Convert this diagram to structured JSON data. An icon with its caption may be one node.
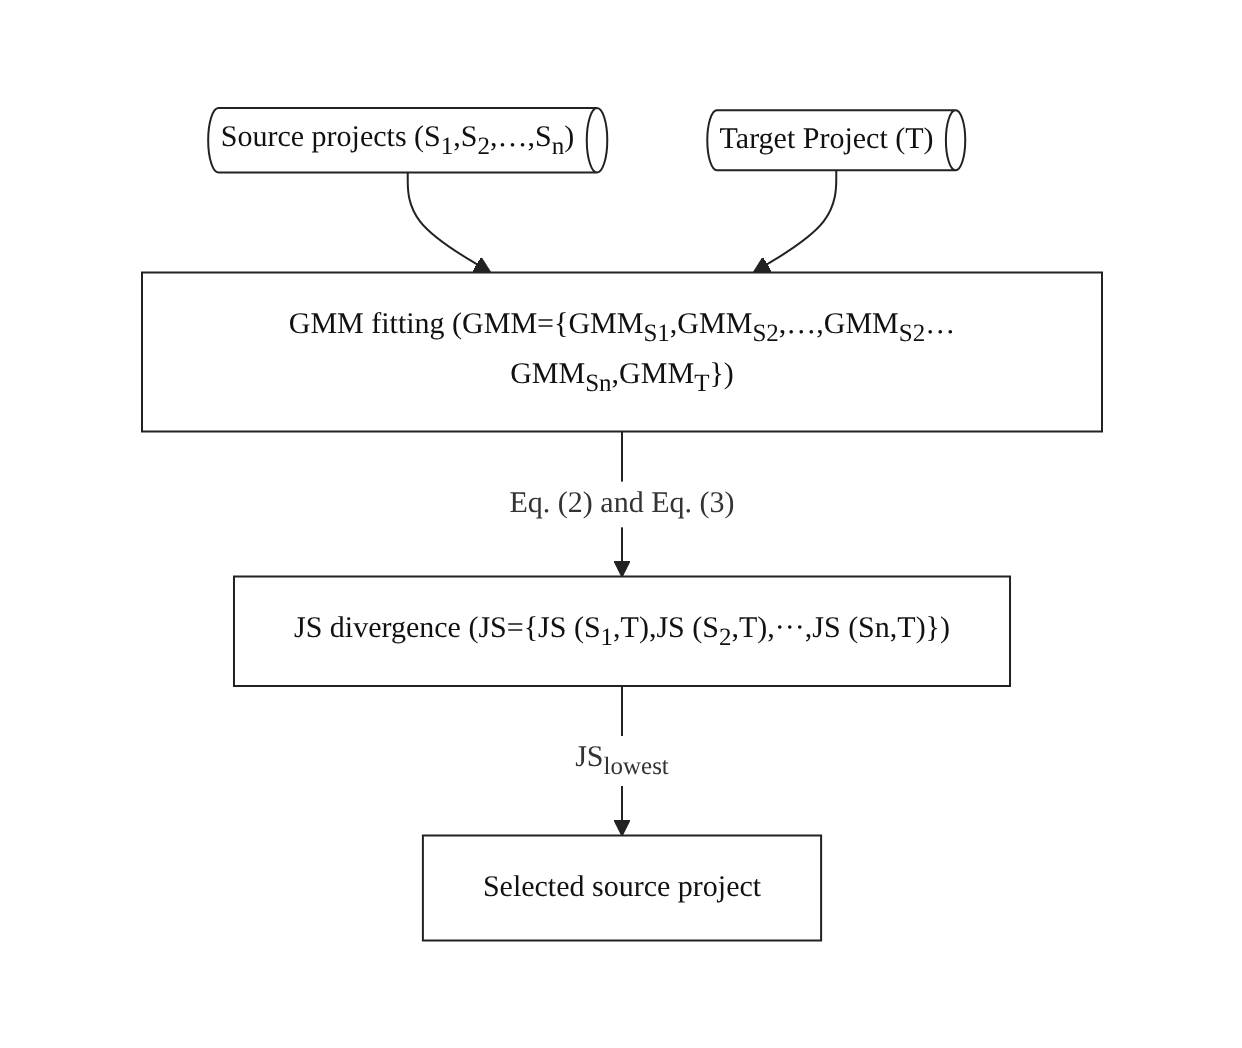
{
  "diagram": {
    "nodes": [
      {
        "text": [
          "Source projects (S$_{1}$,S$_{2}$,…,S$_{n}$)"
        ]
      },
      {
        "text": [
          "Target Project (T)"
        ]
      },
      {
        "text": [
          "GMM fitting (GMM={GMM$_{S1}$,GMM$_{S2}$,…,GMM$_{S2}$…GMM$_{Sn}$,GMM$_{T}$})"
        ]
      },
      {
        "text": [
          "JS divergence (JS={JS (S$_{1}$,T),JS (S$_{2}$,T),···,JS (Sn,T)})"
        ]
      },
      {
        "text": [
          "Selected source project"
        ]
      }
    ],
    "edges": [
      {
        "from": 0,
        "to": 2,
        "arrow": "to"
      },
      {
        "from": 1,
        "to": 2,
        "arrow": "to"
      },
      {
        "from": 2,
        "to": 3,
        "arrow": "to",
        "label": "Eq. (2) and Eq. (3)"
      },
      {
        "from": 3,
        "to": 4,
        "arrow": "to",
        "label": "JS$_{lowest}$"
      }
    ]
  }
}
